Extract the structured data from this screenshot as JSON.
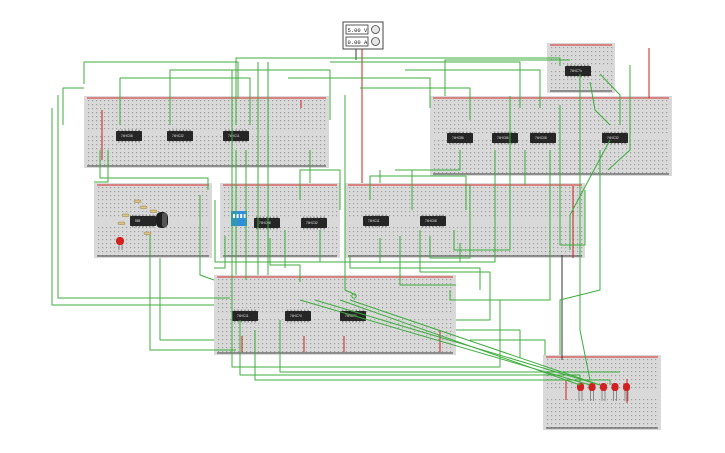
{
  "power_supply": {
    "voltage_reading": "5.00 V",
    "current_reading": "0.00 A"
  },
  "chips": [
    {
      "id": "u1",
      "label": "74HC08"
    },
    {
      "id": "u2",
      "label": "74HC32"
    },
    {
      "id": "u3",
      "label": "74HC11"
    },
    {
      "id": "u4",
      "label": "74HC86"
    },
    {
      "id": "u5",
      "label": "74HC86"
    },
    {
      "id": "u6",
      "label": "74HC08"
    },
    {
      "id": "u7",
      "label": "74HC32"
    },
    {
      "id": "u8",
      "label": "74HC74"
    },
    {
      "id": "u9",
      "label": "555"
    },
    {
      "id": "u10",
      "label": "74HC08"
    },
    {
      "id": "u11",
      "label": "74HC32"
    },
    {
      "id": "u12",
      "label": "74HC11"
    },
    {
      "id": "u13",
      "label": "74HC08"
    },
    {
      "id": "u14",
      "label": "74HC11"
    },
    {
      "id": "u15",
      "label": "74HC74"
    },
    {
      "id": "u16",
      "label": "74HC74"
    }
  ],
  "colors": {
    "wire": "#3cae3c",
    "power_rail": "#d62b2b",
    "ground_rail": "#444444",
    "breadboard": "#d9d9d9",
    "chip": "#262626",
    "led": "#d32020",
    "dip_switch": "#2f8fdc"
  },
  "led_count": 5
}
